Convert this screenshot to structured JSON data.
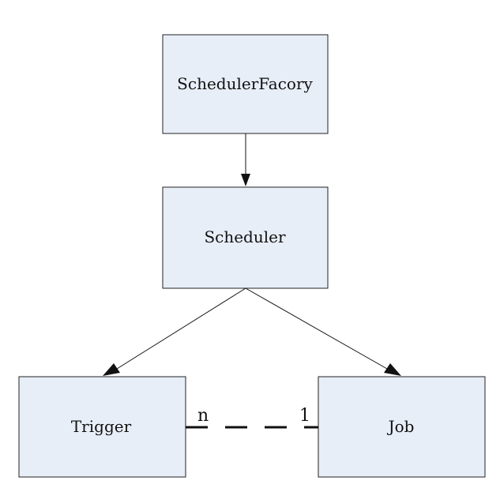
{
  "nodes": {
    "scheduler_factory": "SchedulerFacory",
    "scheduler": "Scheduler",
    "trigger": "Trigger",
    "job": "Job"
  },
  "association": {
    "trigger_end": "n",
    "job_end": "1"
  },
  "colors": {
    "box_fill": "#e8eef8",
    "box_stroke": "#222222",
    "line": "#111111"
  }
}
